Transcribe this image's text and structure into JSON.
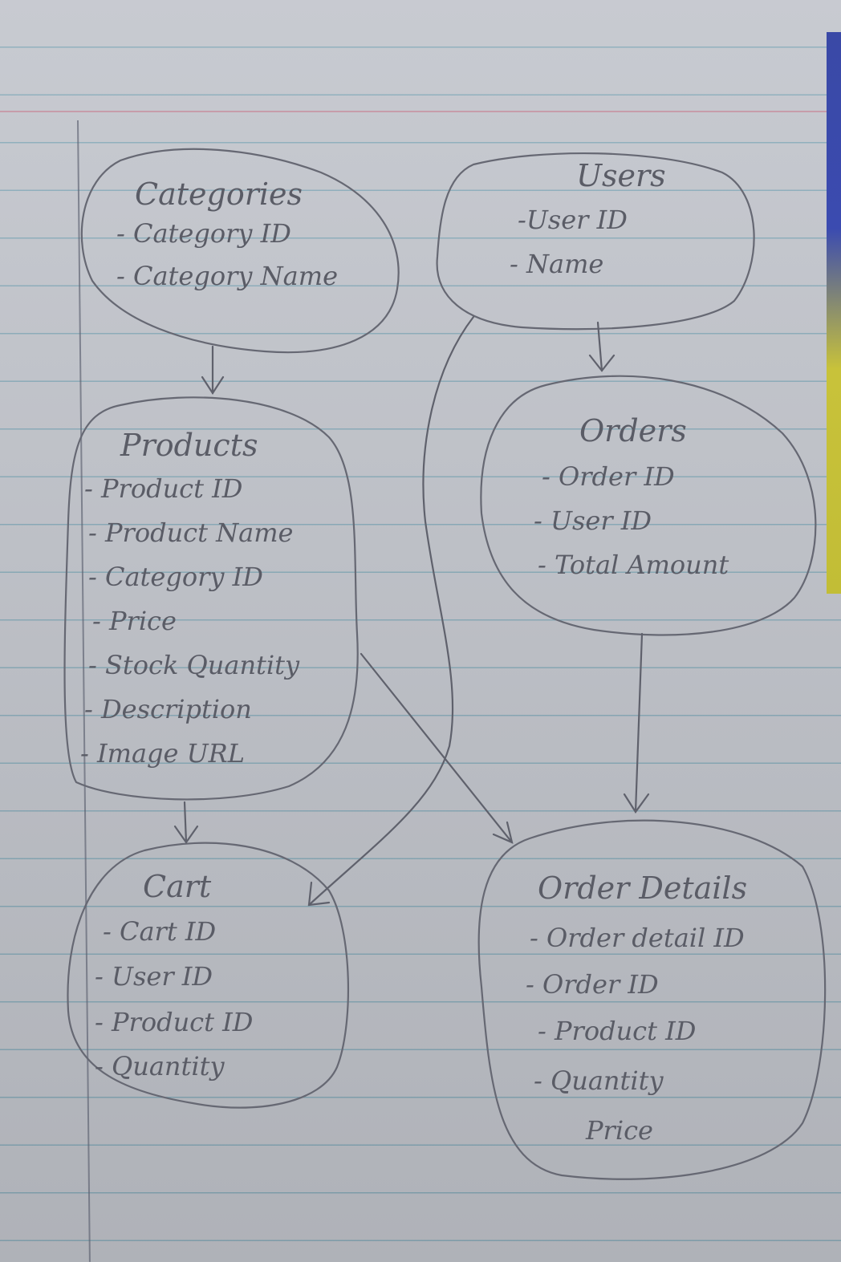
{
  "entities": {
    "categories": {
      "title": "Categories",
      "fields": [
        "- Category ID",
        "- Category Name"
      ]
    },
    "users": {
      "title": "Users",
      "fields": [
        "-User ID",
        "- Name"
      ]
    },
    "products": {
      "title": "Products",
      "fields": [
        "- Product ID",
        "- Product Name",
        "- Category ID",
        "- Price",
        "- Stock Quantity",
        "- Description",
        "- Image URL"
      ]
    },
    "orders": {
      "title": "Orders",
      "fields": [
        "- Order ID",
        "- User ID",
        "- Total Amount"
      ]
    },
    "cart": {
      "title": "Cart",
      "fields": [
        "- Cart ID",
        "- User ID",
        "- Product ID",
        "- Quantity"
      ]
    },
    "order_details": {
      "title": "Order Details",
      "fields": [
        "- Order detail ID",
        "- Order ID",
        "- Product ID",
        "- Quantity",
        "Price"
      ]
    }
  },
  "colors": {
    "pencil": "#5a5c66",
    "paper": "#c3c6cd",
    "rule": "#5a96aa"
  }
}
